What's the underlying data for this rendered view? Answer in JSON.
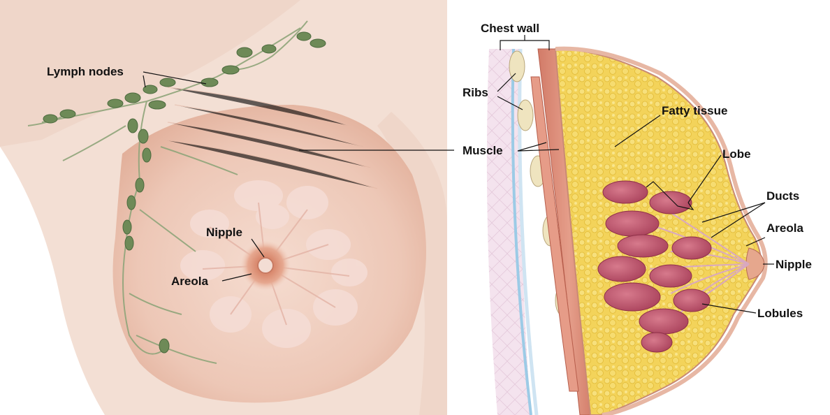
{
  "labels": {
    "lymph_nodes": "Lymph nodes",
    "nipple_front": "Nipple",
    "areola_front": "Areola",
    "chest_wall": "Chest wall",
    "ribs": "Ribs",
    "muscle": "Muscle",
    "fatty_tissue": "Fatty tissue",
    "lobe": "Lobe",
    "ducts": "Ducts",
    "areola_side": "Areola",
    "nipple_side": "Nipple",
    "lobules": "Lobules"
  },
  "colors": {
    "skin": "#f1d7c9",
    "tissue": "#e8bca6",
    "lymph": "#6f8a58",
    "fat": "#f2d04a",
    "muscle": "#d98a78",
    "lobule": "#c0566d",
    "rib": "#efe4bf",
    "pleura": "#cfe4f2"
  }
}
